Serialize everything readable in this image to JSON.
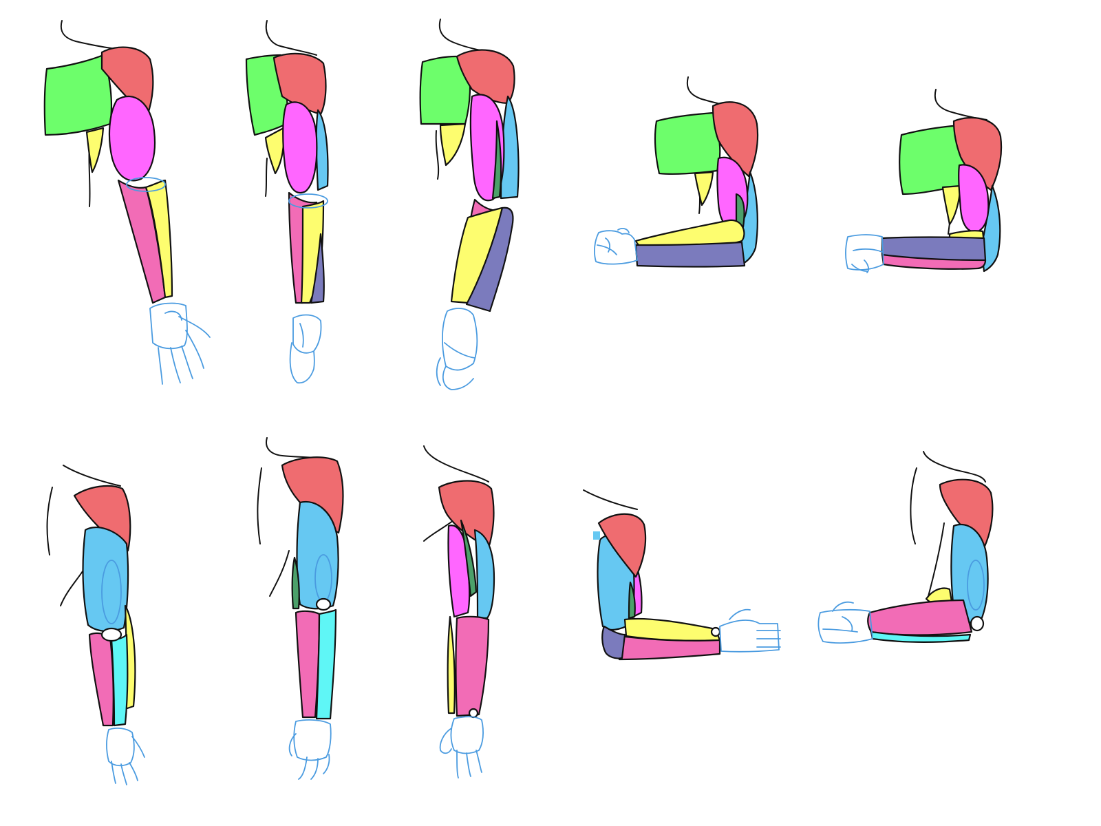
{
  "palette": {
    "green": "#6dfe6b",
    "red": "#ef6c70",
    "magenta": "#ff66ff",
    "pink": "#f26cb6",
    "yellow": "#fdfd6f",
    "light_blue": "#66c8f2",
    "cyan": "#5ff6f6",
    "indigo": "#7b7bbd",
    "dark_green": "#4ca06a",
    "sketch_blue": "#4a9be0",
    "ink": "#111111",
    "background": "#ffffff"
  },
  "sheet": {
    "subject": "arm-muscle-study",
    "rows": [
      {
        "view": "front",
        "figures": [
          "arm-front-straight-1",
          "arm-front-straight-2",
          "arm-front-straight-3",
          "arm-front-bent-1",
          "arm-front-bent-2"
        ]
      },
      {
        "view": "back",
        "figures": [
          "arm-back-straight-1",
          "arm-back-straight-2",
          "arm-back-straight-3",
          "arm-back-bent-1",
          "arm-back-bent-2"
        ]
      }
    ]
  }
}
